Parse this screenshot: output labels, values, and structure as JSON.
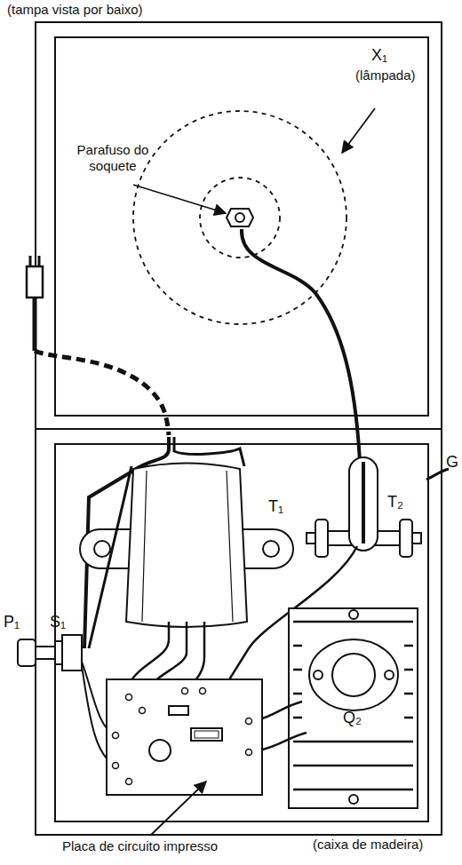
{
  "diagram": {
    "labels": [
      "(tampa vista por baixo)",
      "X₁",
      "(lâmpada)",
      "Parafuso do soquete",
      "T₁",
      "T₂",
      "G",
      "P₁",
      "S₁",
      "Q₂",
      "Placa de circuito impresso",
      "(caixa de madeira)"
    ]
  }
}
